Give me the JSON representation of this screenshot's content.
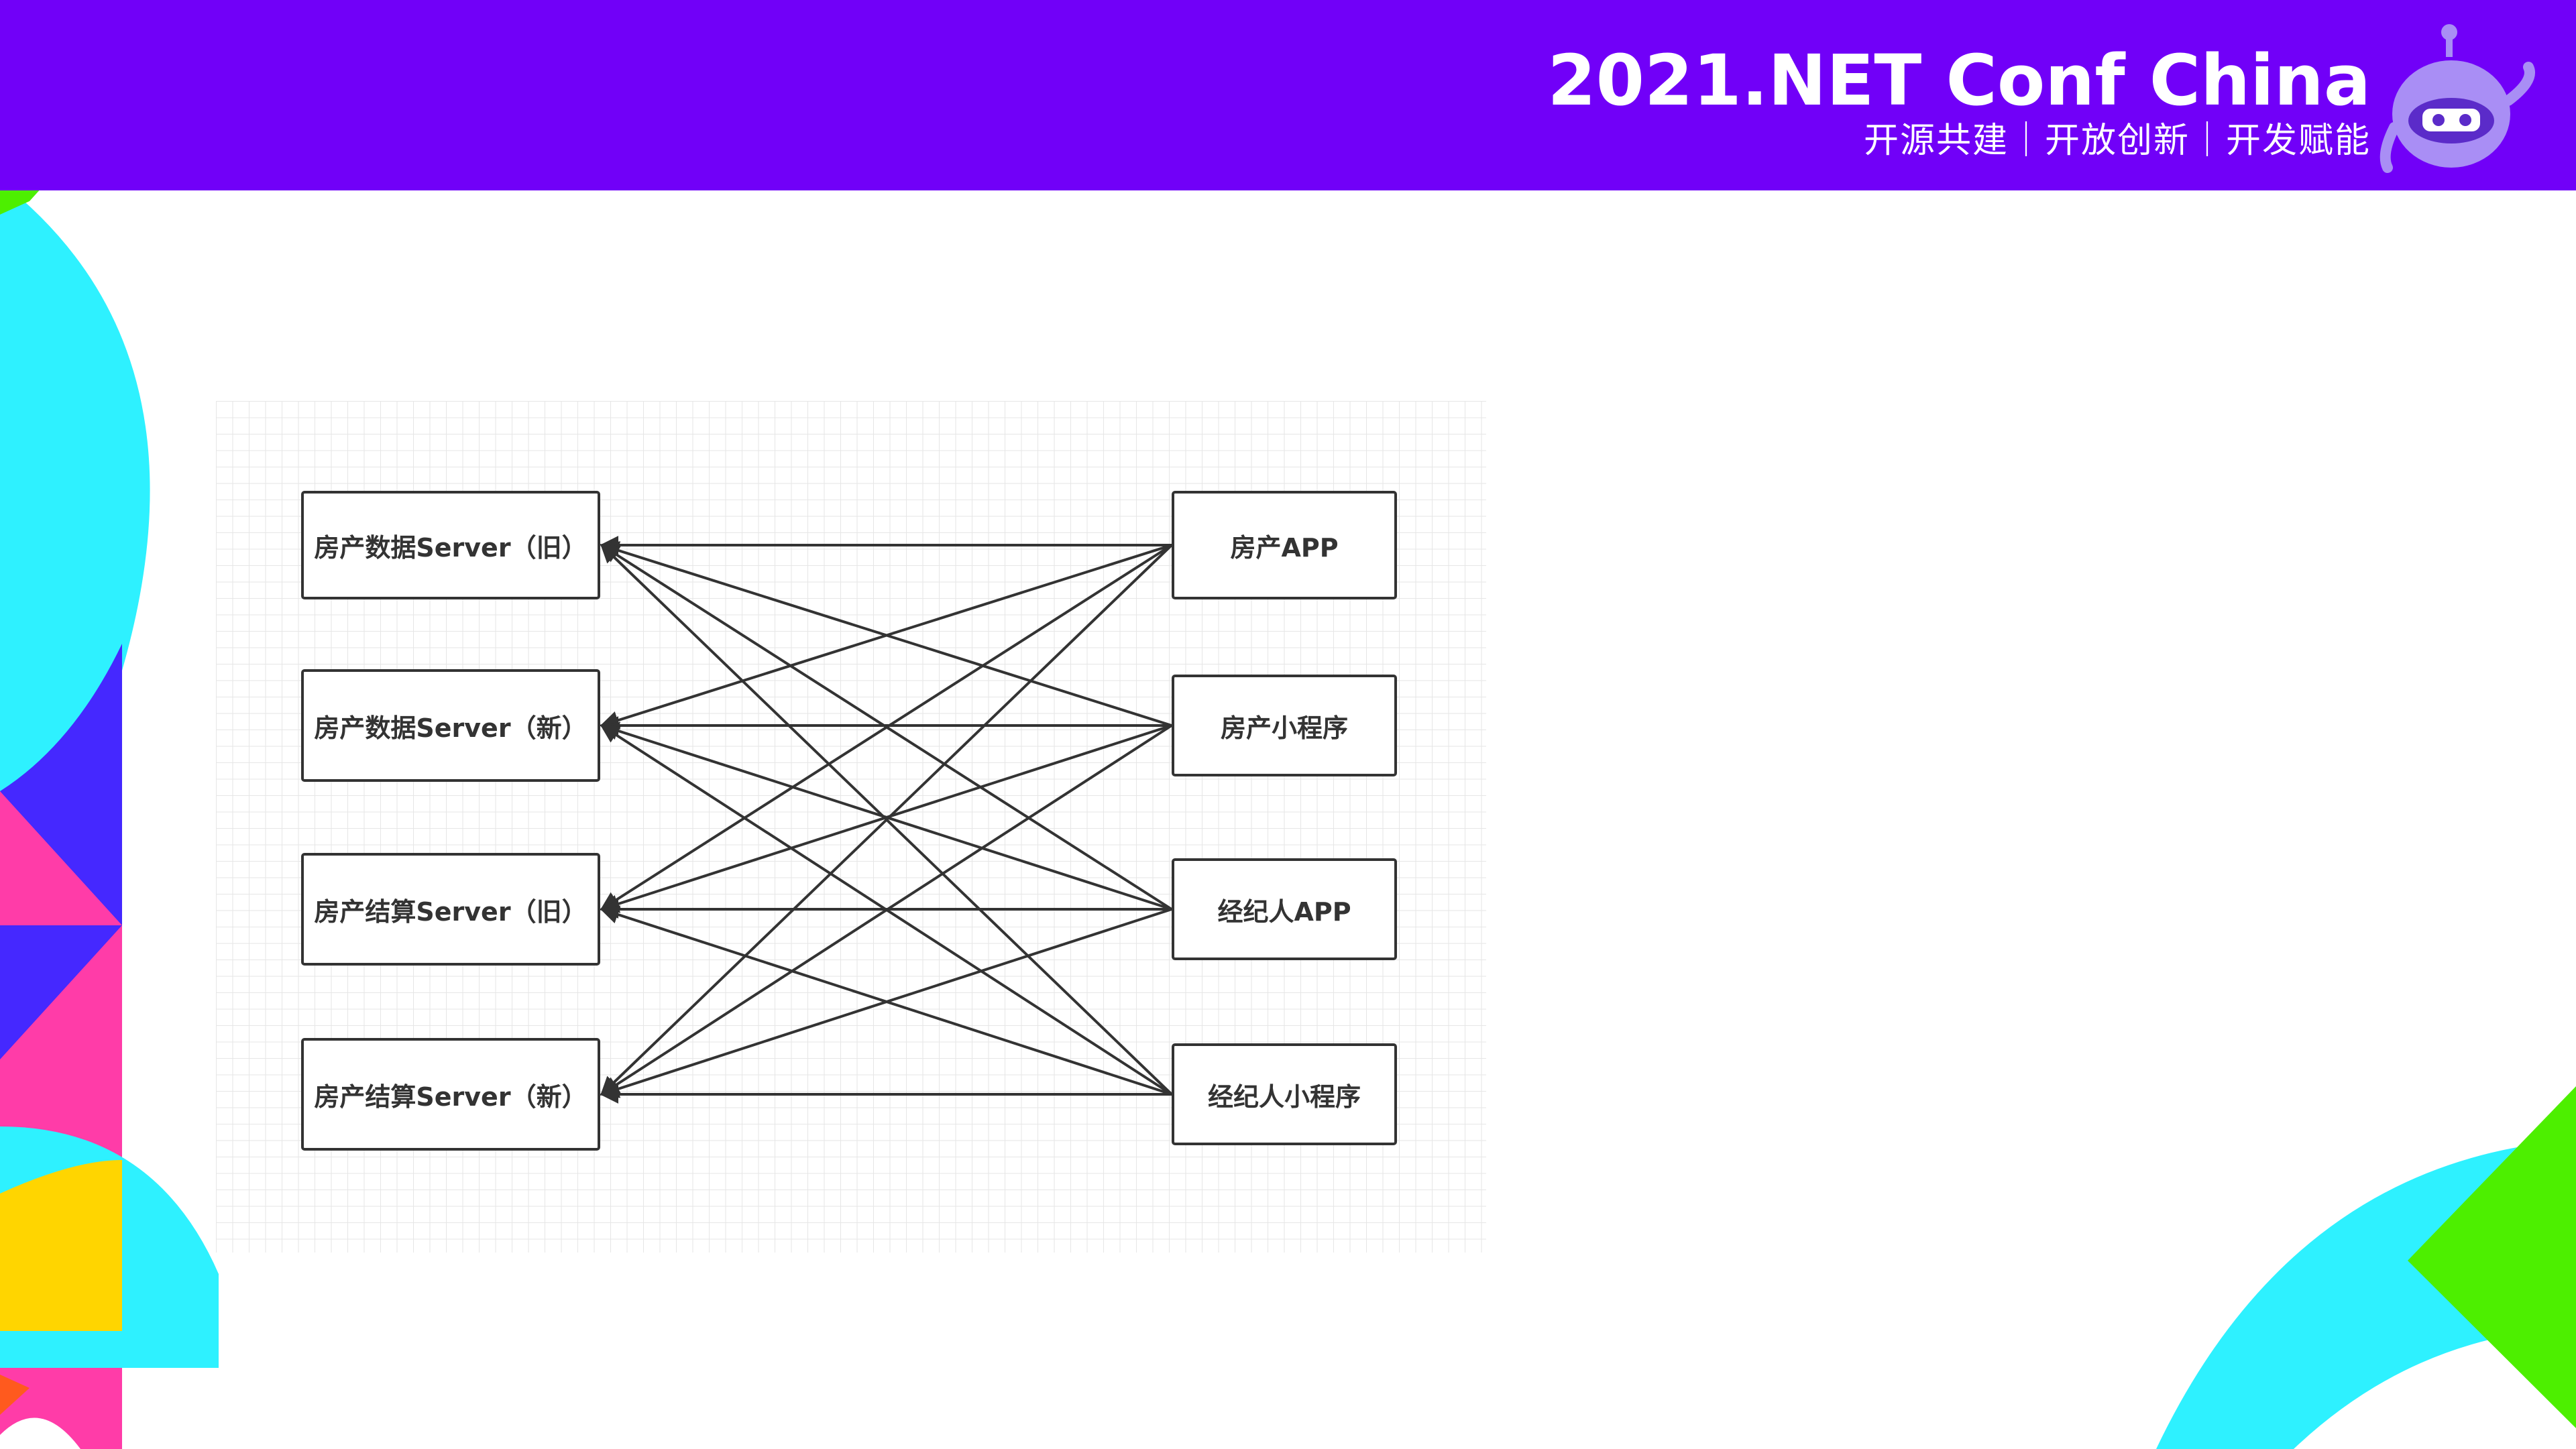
{
  "header": {
    "title": "2021.NET Conf China",
    "slogan": "开源共建｜开放创新｜开发赋能"
  },
  "colors": {
    "header_background": "#7100F8",
    "green": "#4DEF00",
    "cyan": "#2EF1FF",
    "blue": "#4528FF",
    "pink": "#FF3CA8",
    "yellow": "#FFD500",
    "mascot": "#A98EF5"
  },
  "icons": {
    "mascot": "dotnet-bot-mascot-icon"
  },
  "diagram": {
    "servers": [
      "房产数据Server（旧）",
      "房产数据Server（新）",
      "房产结算Server（旧）",
      "房产结算Server（新）"
    ],
    "clients": [
      "房产APP",
      "房产小程序",
      "经纪人APP",
      "经纪人小程序"
    ],
    "connections": "every client connects to every server (arrows point to servers)"
  }
}
